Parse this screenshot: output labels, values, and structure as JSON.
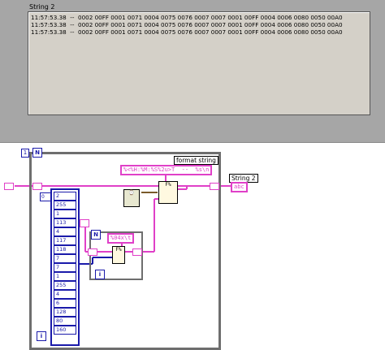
{
  "front_panel": {
    "indicator_label": "String 2",
    "lines": [
      "11:57:53.38  --  0002 00FF 0001 0071 0004 0075 0076 0007 0007 0001 00FF 0004 0006 0080 0050 00A0",
      "11:57:53.38  --  0002 00FF 0001 0071 0004 0075 0076 0007 0007 0001 00FF 0004 0006 0080 0050 00A0",
      "11:57:53.38  --  0002 00FF 0001 0071 0004 0075 0076 0007 0007 0001 00FF 0004 0006 0080 0050 00A0"
    ]
  },
  "block_diagram": {
    "outer_loop_count_label": "N",
    "outer_loop_count_value": "1",
    "outer_loop_index_label": "i",
    "inner_loop_count_label": "N",
    "inner_loop_index_label": "i",
    "array_index": "0",
    "array_values": [
      "2",
      "255",
      "1",
      "113",
      "4",
      "117",
      "118",
      "7",
      "7",
      "1",
      "255",
      "4",
      "6",
      "128",
      "80",
      "160"
    ],
    "format_string_label": "format string",
    "format_string_value": "%<%H:%M:%S%2u>T  --  %s\\n",
    "hex_format_value": "%04x\\t",
    "indicator_label": "String 2",
    "indicator_terminal": "abc"
  },
  "colors": {
    "string_wire": "#e040c8",
    "numeric_wire": "#1a1aaa",
    "panel_bg": "#a6a6a6"
  }
}
